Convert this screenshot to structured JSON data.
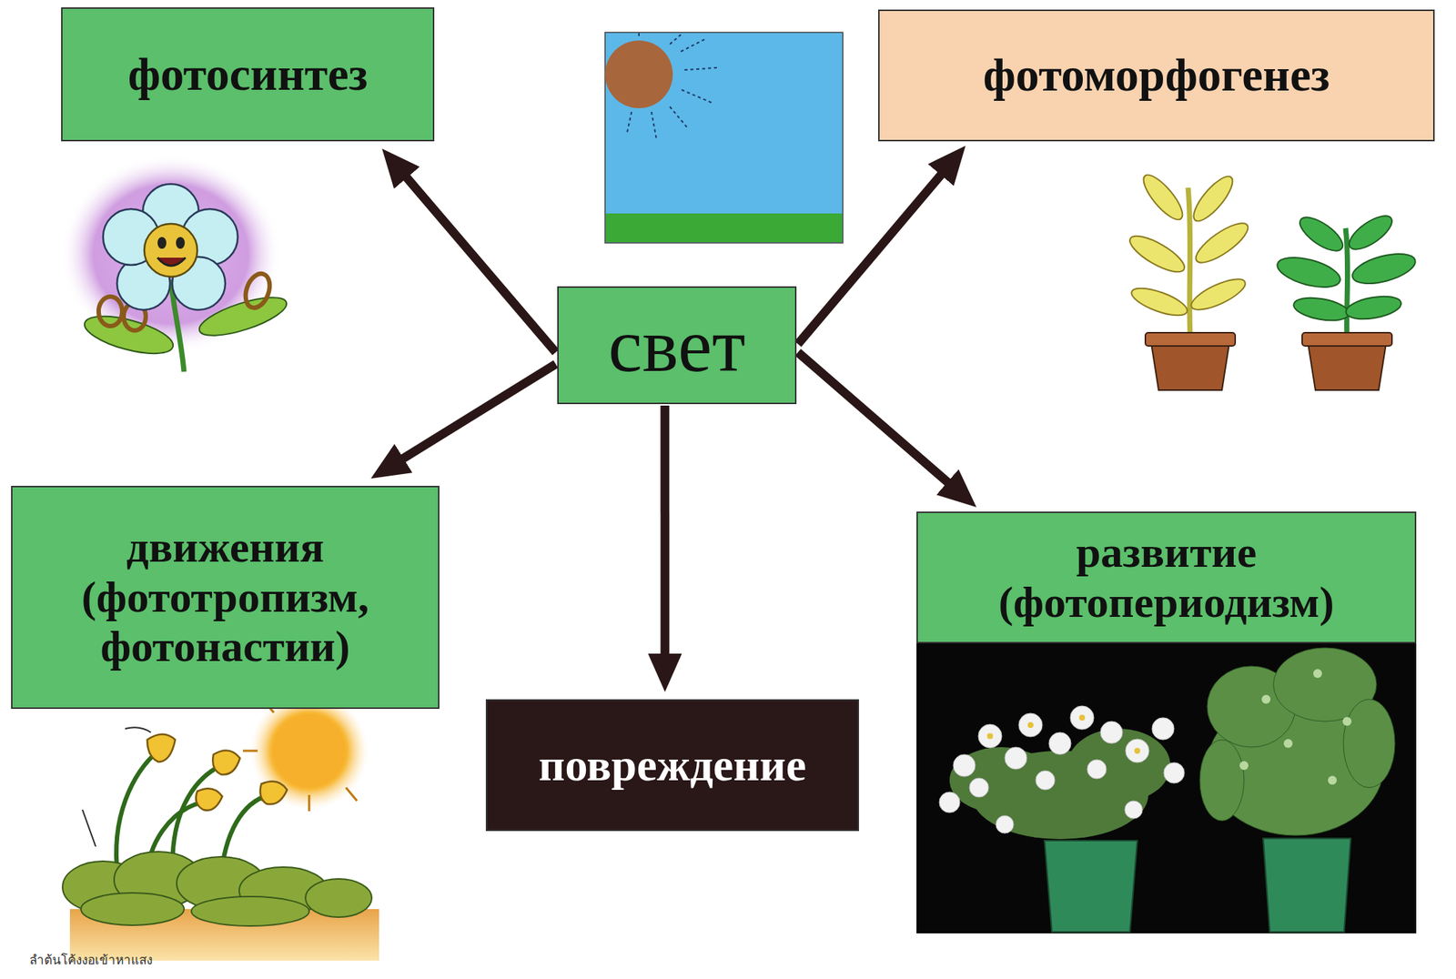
{
  "diagram": {
    "nodes": [
      {
        "text": [
          "свет"
        ]
      },
      {
        "text": [
          "фотосинтез"
        ]
      },
      {
        "text": [
          "фотоморфогенез"
        ]
      },
      {
        "text": [
          "движения (фототропизм, фотонастии)"
        ]
      },
      {
        "text": [
          "повреждение"
        ]
      },
      {
        "text": [
          "развитие (фотопериодизм)"
        ]
      }
    ],
    "edges": [
      {
        "from": 0,
        "to": 1,
        "arrow": "to"
      },
      {
        "from": 0,
        "to": 2,
        "arrow": "to"
      },
      {
        "from": 0,
        "to": 3,
        "arrow": "to"
      },
      {
        "from": 0,
        "to": 4,
        "arrow": "to"
      },
      {
        "from": 0,
        "to": 5,
        "arrow": "to"
      }
    ],
    "labels": [
      "ลำต้นโค้งงอเข้าหาแสง"
    ]
  }
}
